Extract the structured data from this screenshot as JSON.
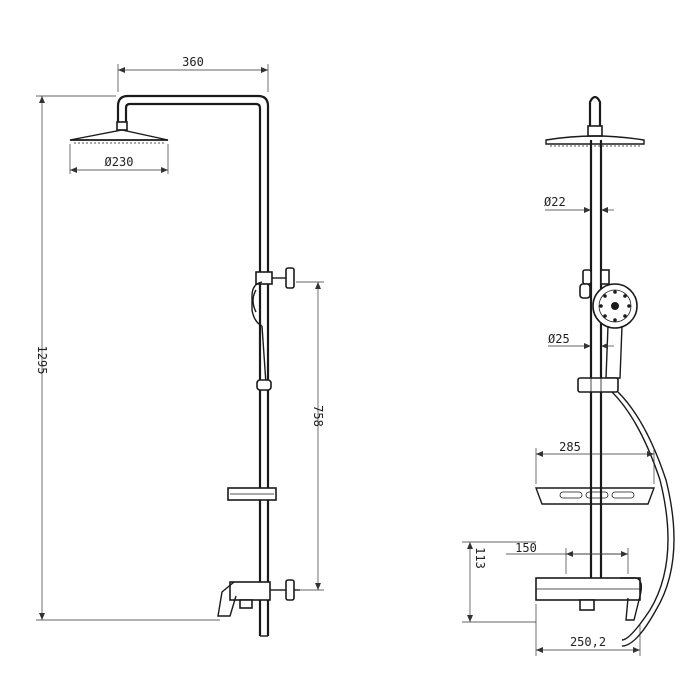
{
  "diagram": {
    "front_view": {
      "dimensions": {
        "arm_reach": "360",
        "head_diameter": "Ø230",
        "total_height": "1295",
        "bar_height": "758"
      }
    },
    "side_view": {
      "dimensions": {
        "pipe_upper": "Ø22",
        "pipe_lower": "Ø25",
        "shelf_width": "285",
        "mixer_projection": "150",
        "mixer_height": "113",
        "mixer_depth": "250,2"
      }
    }
  }
}
